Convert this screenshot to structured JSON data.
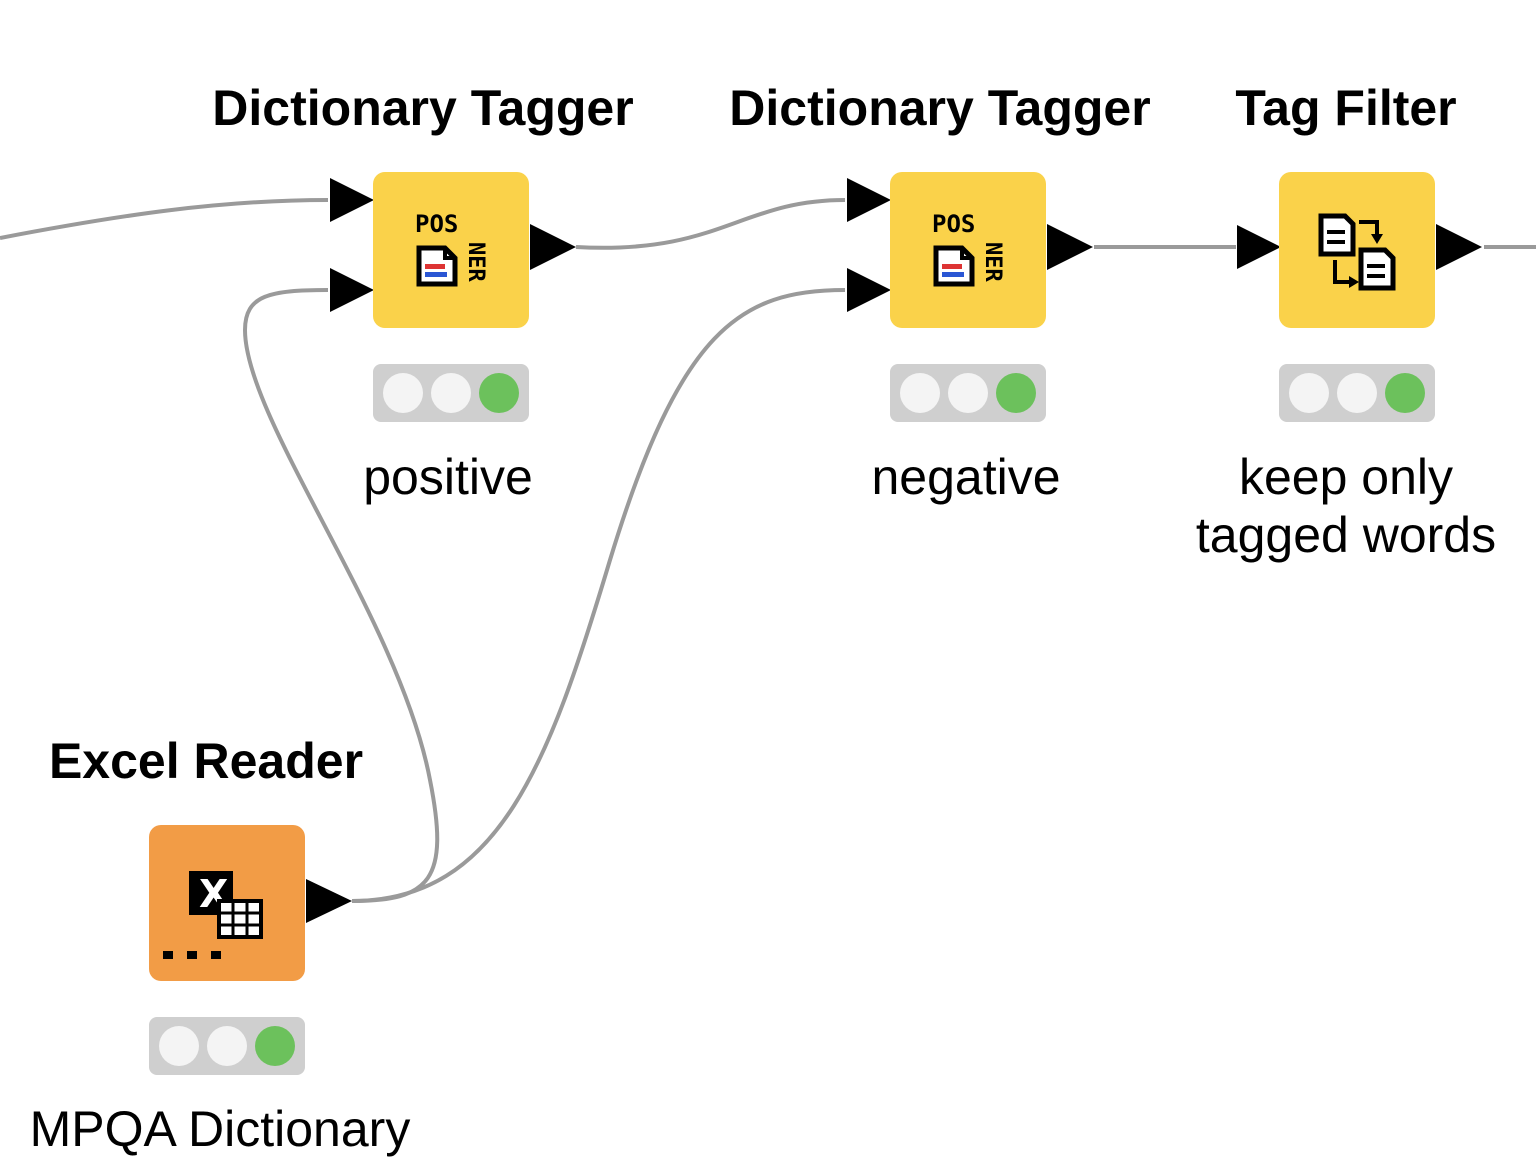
{
  "workflow": {
    "nodes": [
      {
        "id": "dict-tagger-positive",
        "title": "Dictionary Tagger",
        "label": "positive",
        "type_color": "#fad24a",
        "icon": "pos-ner-tagger-icon",
        "status": [
          "idle",
          "idle",
          "executed"
        ]
      },
      {
        "id": "dict-tagger-negative",
        "title": "Dictionary Tagger",
        "label": "negative",
        "type_color": "#fad24a",
        "icon": "pos-ner-tagger-icon",
        "status": [
          "idle",
          "idle",
          "executed"
        ]
      },
      {
        "id": "tag-filter",
        "title": "Tag Filter",
        "label_lines": [
          "keep only",
          "tagged words"
        ],
        "type_color": "#fad24a",
        "icon": "document-filter-icon",
        "status": [
          "idle",
          "idle",
          "executed"
        ]
      },
      {
        "id": "excel-reader",
        "title": "Excel Reader",
        "label": "MPQA Dictionary",
        "type_color": "#f29c46",
        "icon": "excel-table-icon",
        "status": [
          "idle",
          "idle",
          "executed"
        ]
      }
    ],
    "colors": {
      "connection": "#9a9a9a",
      "status_off": "#f4f4f4",
      "status_on": "#6cc15c",
      "status_bg": "#cfcfcf"
    }
  }
}
